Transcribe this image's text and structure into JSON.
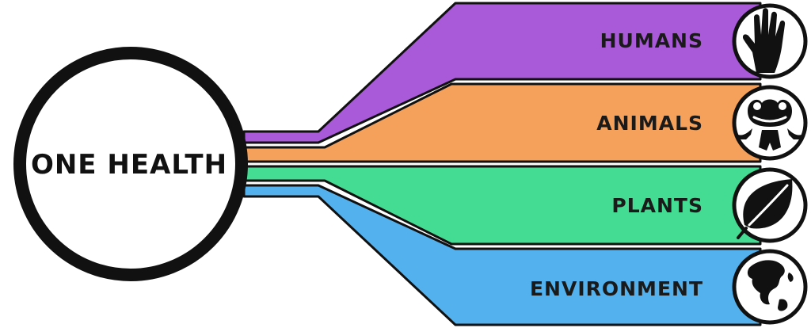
{
  "hub": {
    "title": "ONE HEALTH"
  },
  "branches": [
    {
      "label": "HUMANS",
      "color": "#a95ad8",
      "icon": "hand-icon"
    },
    {
      "label": "ANIMALS",
      "color": "#f5a15b",
      "icon": "frog-icon"
    },
    {
      "label": "PLANTS",
      "color": "#44dc93",
      "icon": "leaf-icon"
    },
    {
      "label": "ENVIRONMENT",
      "color": "#53b2ee",
      "icon": "globe-icon"
    }
  ],
  "outline_color": "#111111"
}
